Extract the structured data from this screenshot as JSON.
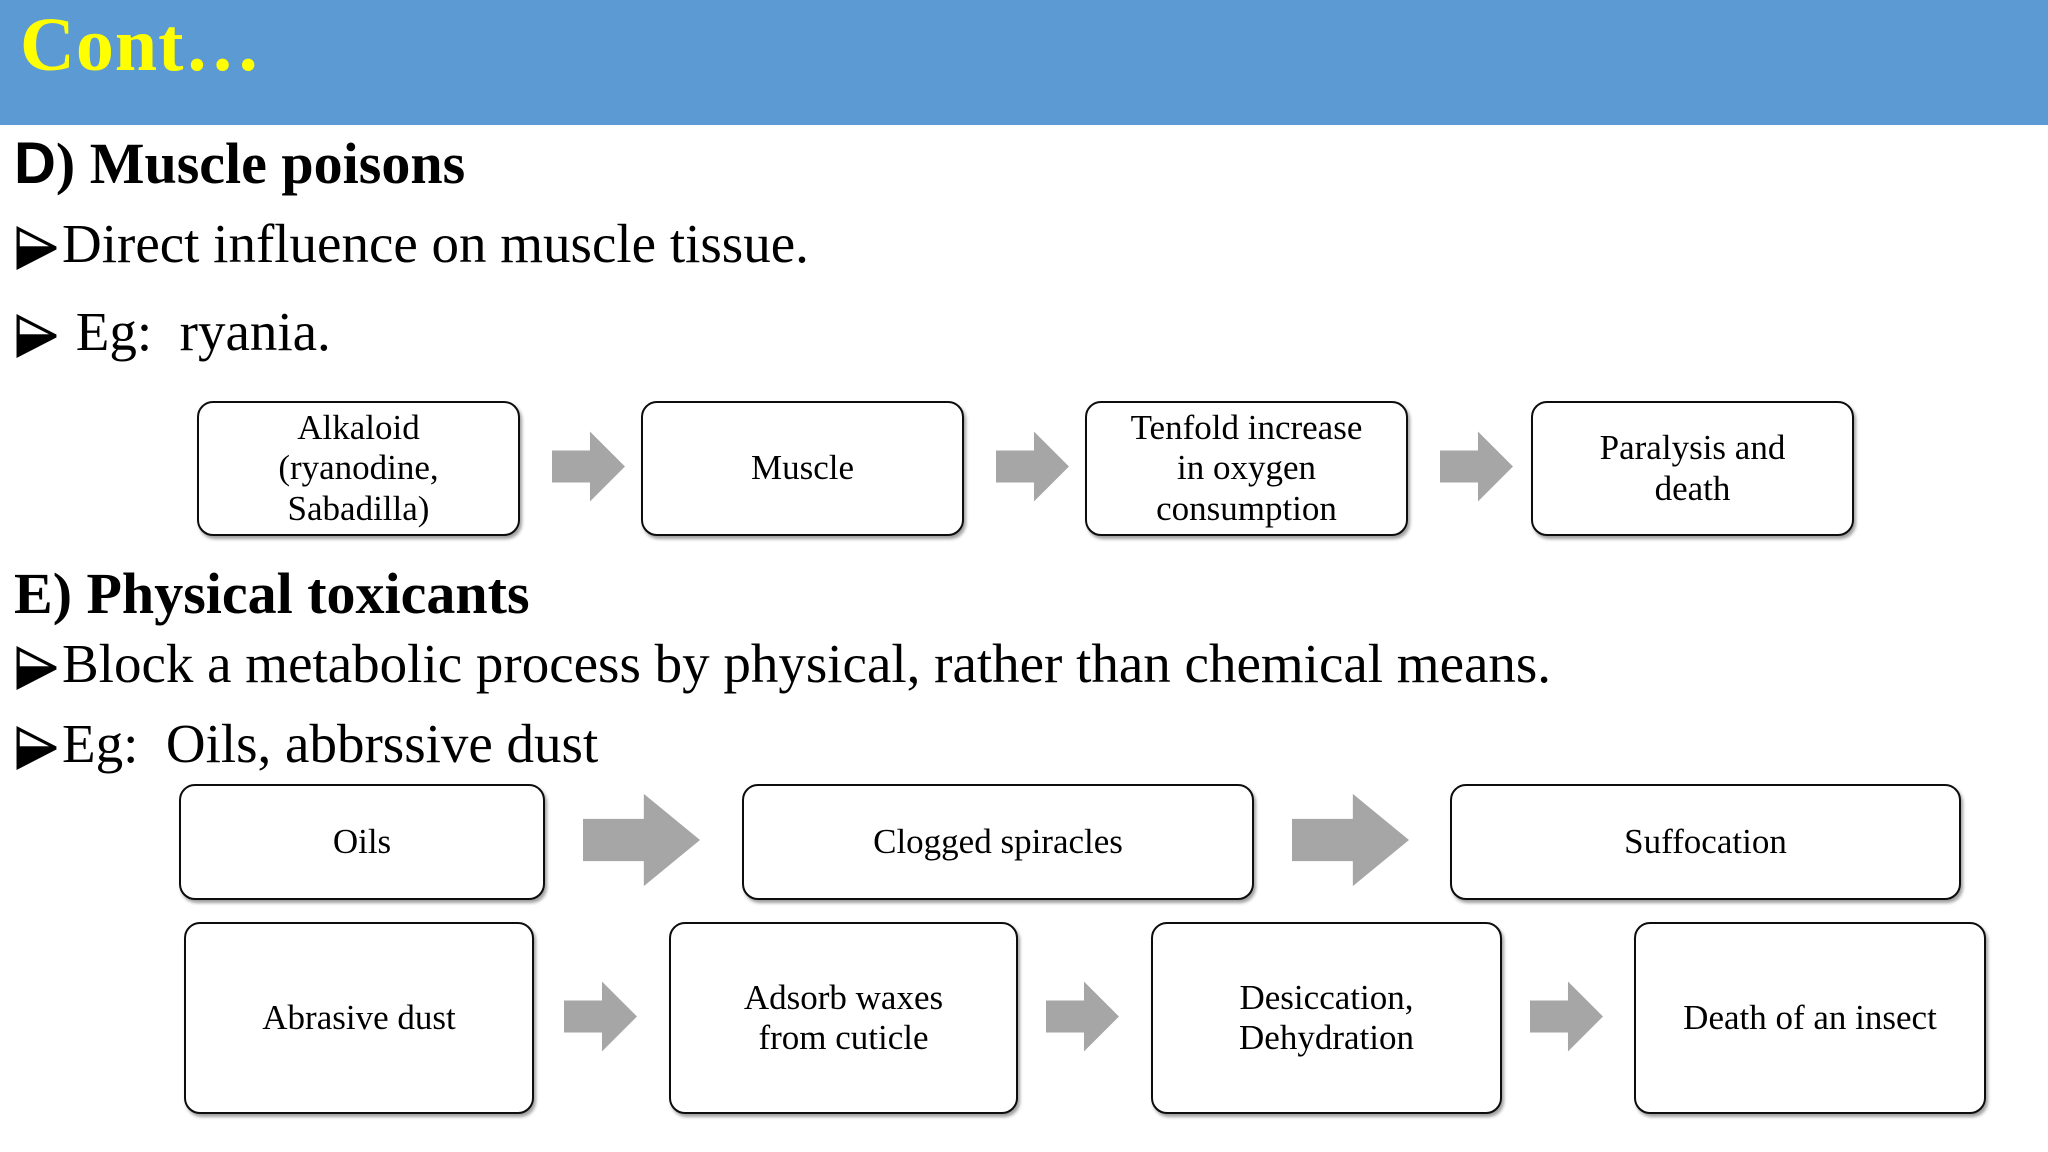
{
  "slide": {
    "title": "Cont…"
  },
  "section_d": {
    "heading": {
      "letter": "D",
      "rest": ") Muscle poisons"
    },
    "bullets": [
      {
        "text": "Direct influence on muscle tissue."
      },
      {
        "text": " Eg:  ryania."
      }
    ]
  },
  "flow_muscle": {
    "boxes": [
      {
        "label": "Alkaloid\n(ryanodine,\nSabadilla)"
      },
      {
        "label": "Muscle"
      },
      {
        "label": "Tenfold increase\nin oxygen\nconsumption"
      },
      {
        "label": "Paralysis and\ndeath"
      }
    ]
  },
  "section_e": {
    "heading": {
      "letter": "E",
      "rest": ") Physical toxicants"
    },
    "bullets": [
      {
        "text": "Block a metabolic process by physical, rather than chemical means."
      },
      {
        "text": "Eg:  Oils, abbrssive dust"
      }
    ]
  },
  "flow_oils": {
    "boxes": [
      {
        "label": "Oils"
      },
      {
        "label": "Clogged spiracles"
      },
      {
        "label": "Suffocation"
      }
    ]
  },
  "flow_abrasive": {
    "boxes": [
      {
        "label": "Abrasive dust"
      },
      {
        "label": "Adsorb waxes\nfrom cuticle"
      },
      {
        "label": "Desiccation,\nDehydration"
      },
      {
        "label": "Death of an insect"
      }
    ]
  },
  "colors": {
    "header_bg": "#5b9ad3",
    "title_yellow": "#ffff00",
    "arrow_gray": "#a6a6a6",
    "box_border": "#0d0d0d"
  }
}
